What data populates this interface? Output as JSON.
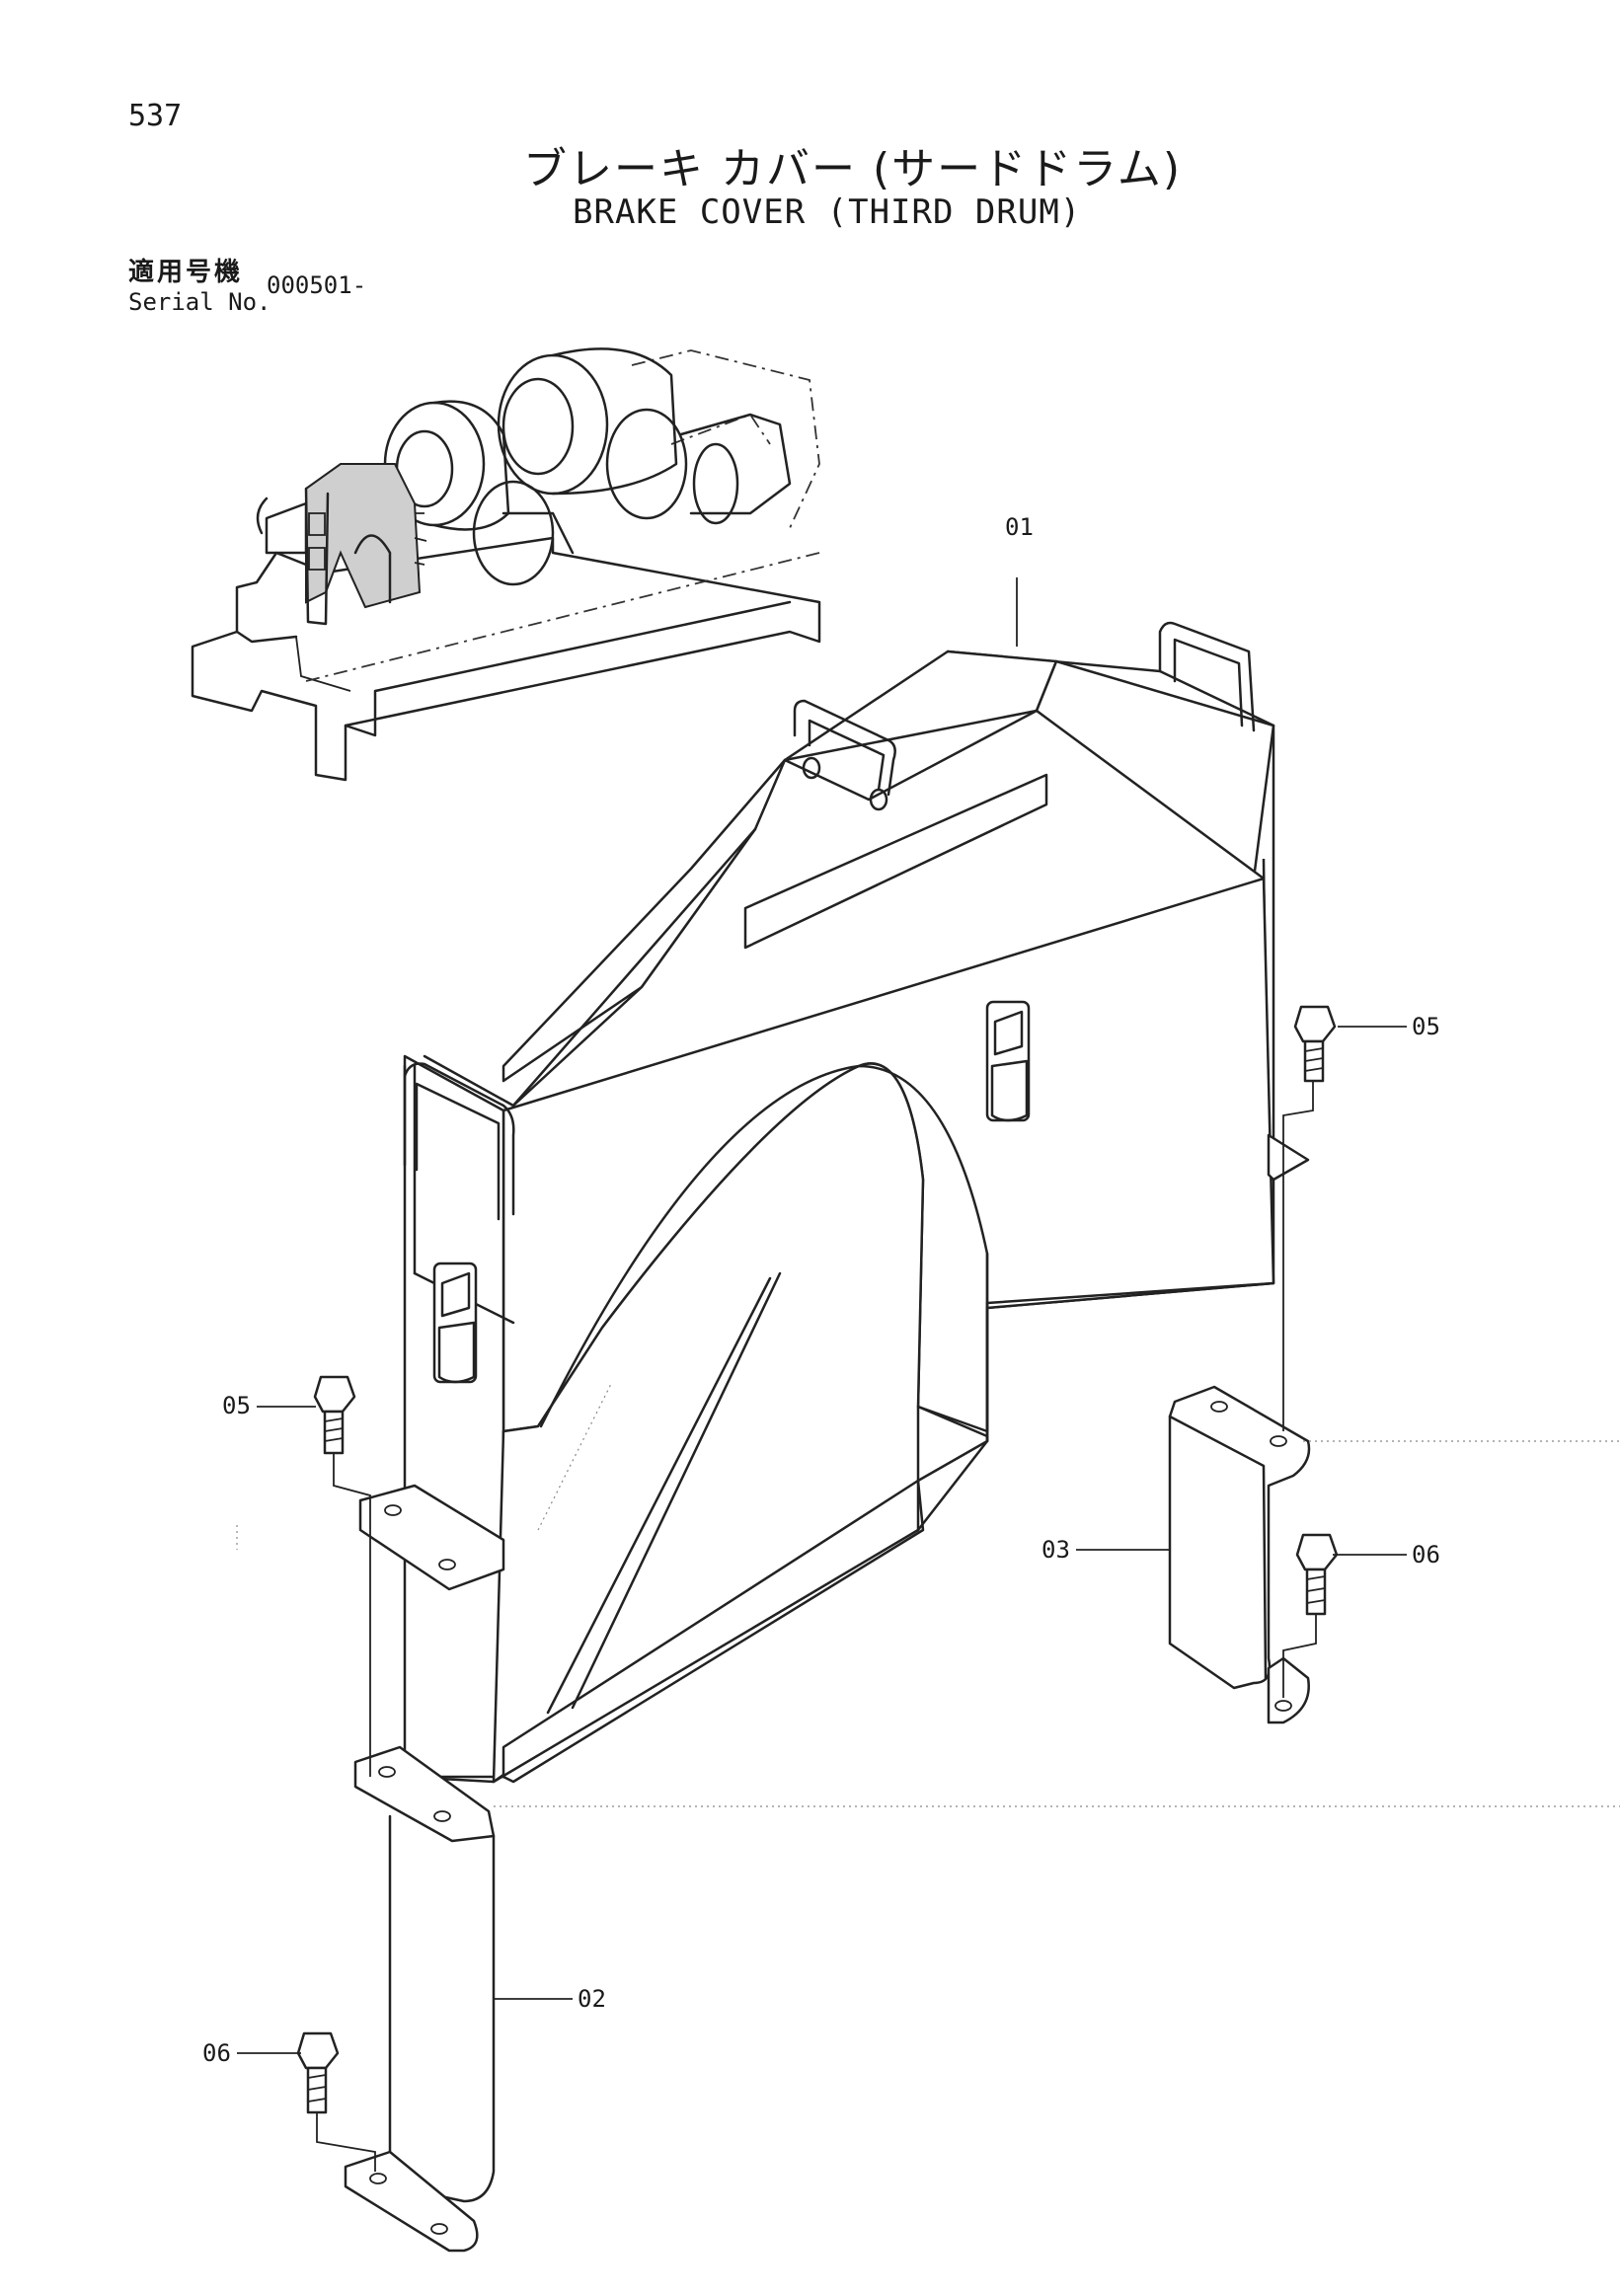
{
  "page_number": "537",
  "title_jp": "ブレーキ カバー (サードドラム)",
  "title_en": "BRAKE COVER (THIRD DRUM)",
  "serial": {
    "label_jp": "適用号機",
    "label_en": "Serial No.",
    "value": "000501-"
  },
  "callouts": {
    "part_01": "01",
    "part_02": "02",
    "part_03": "03",
    "part_05_right": "05",
    "part_05_left": "05",
    "part_06_right": "06",
    "part_06_left": "06"
  }
}
